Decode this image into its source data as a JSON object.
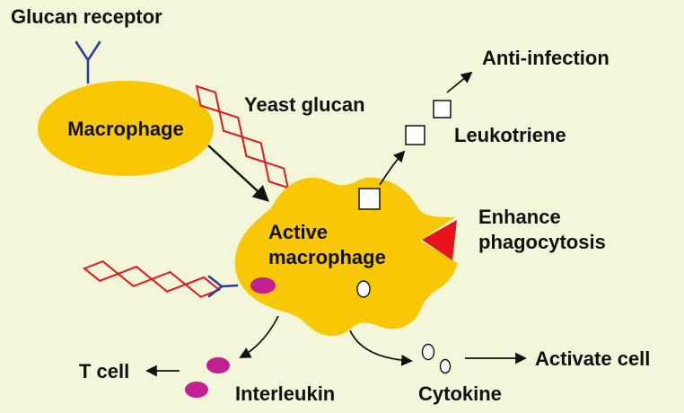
{
  "diagram": {
    "labels": {
      "glucan_receptor": "Glucan receptor",
      "macrophage": "Macrophage",
      "yeast_glucan": "Yeast glucan",
      "anti_infection": "Anti-infection",
      "leukotriene": "Leukotriene",
      "active_macrophage_line1": "Active",
      "active_macrophage_line2": "macrophage",
      "enhance_line1": "Enhance",
      "enhance_line2": "phagocytosis",
      "t_cell": "T cell",
      "interleukin": "Interleukin",
      "cytokine": "Cytokine",
      "activate_cell": "Activate cell"
    },
    "colors": {
      "background": "#f3f6d9",
      "cell_yellow": "#f8c705",
      "glucan_red": "#e8141c",
      "receptor_blue": "#2c3f9e",
      "interleukin_magenta": "#c21f90",
      "phagocytosis_red": "#e8141c",
      "particle_white": "#ffffff",
      "line_black": "#111111",
      "text": "#111111"
    }
  }
}
